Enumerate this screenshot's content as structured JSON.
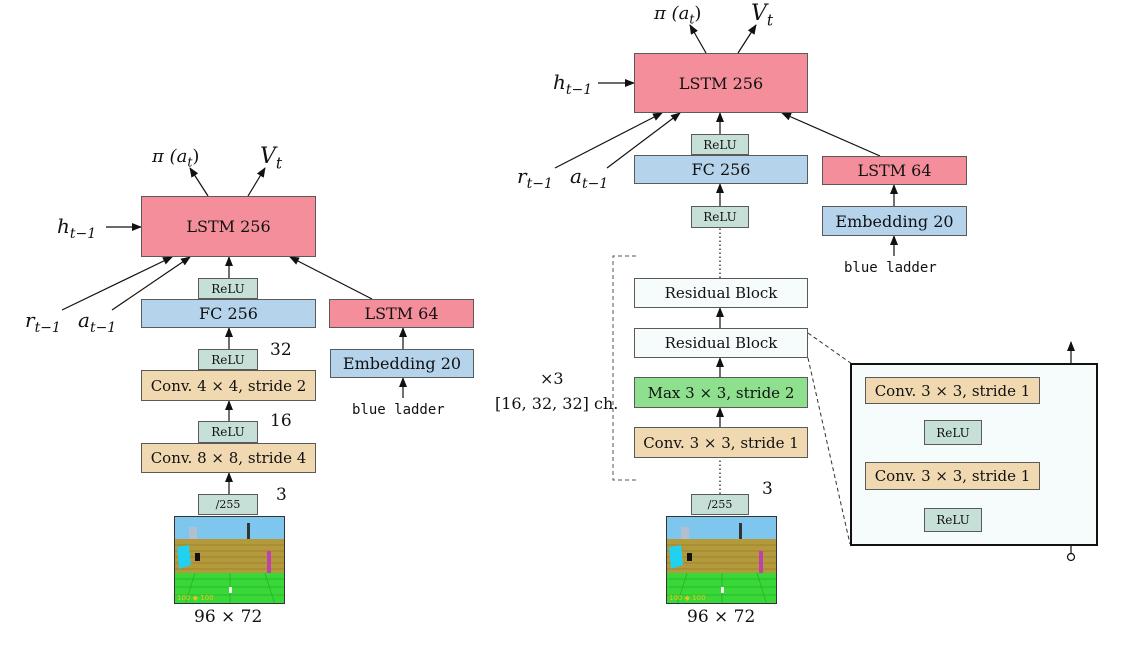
{
  "left": {
    "pi": "π (a",
    "pi_sub": "t",
    "pi_close": ")",
    "v": "V",
    "v_sub": "t",
    "h": "h",
    "h_sub": "t−1",
    "r": "r",
    "r_sub": "t−1",
    "a": "a",
    "a_sub": "t−1",
    "lstm256": "LSTM 256",
    "relu_top": "ReLU",
    "fc256": "FC 256",
    "lstm64": "LSTM 64",
    "embedding": "Embedding 20",
    "instruction": "blue ladder",
    "relu_mid": "ReLU",
    "num32": "32",
    "conv2": "Conv. 4 × 4, stride 2",
    "relu_low": "ReLU",
    "num16": "16",
    "conv1": "Conv. 8 × 8, stride 4",
    "scale": "/255",
    "num3": "3",
    "img_size": "96 × 72",
    "hud": "100 ◆ 100"
  },
  "right": {
    "pi": "π (a",
    "pi_sub": "t",
    "pi_close": ")",
    "v": "V",
    "v_sub": "t",
    "h": "h",
    "h_sub": "t−1",
    "r": "r",
    "r_sub": "t−1",
    "a": "a",
    "a_sub": "t−1",
    "lstm256": "LSTM 256",
    "relu_top": "ReLU",
    "fc256": "FC 256",
    "lstm64": "LSTM 64",
    "embedding": "Embedding 20",
    "instruction": "blue ladder",
    "relu_mid": "ReLU",
    "res_block_top": "Residual Block",
    "res_block_bottom": "Residual Block",
    "times": "×3",
    "channels": "[16, 32, 32] ch.",
    "maxpool": "Max 3 × 3, stride 2",
    "conv": "Conv. 3 × 3, stride 1",
    "scale": "/255",
    "num3": "3",
    "img_size": "96 × 72",
    "hud": "100 ◆ 100"
  },
  "residual": {
    "conv_top": "Conv. 3 × 3, stride 1",
    "relu_mid": "ReLU",
    "conv_bottom": "Conv. 3 × 3, stride 1",
    "relu_bottom": "ReLU",
    "plus": "+"
  }
}
